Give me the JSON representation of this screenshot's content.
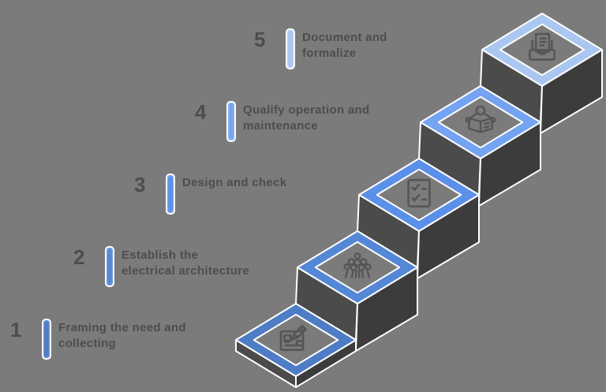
{
  "title": "Five-step electrical engineering process staircase",
  "colors": {
    "background": "#7b7b7b",
    "face_left": "#4b4b4b",
    "face_right": "#3c3c3c",
    "outline": "#ffffff",
    "icon": "#565656",
    "text": "#4d4d4d"
  },
  "steps": [
    {
      "number": "1",
      "label": "Framing the need and\ncollecting",
      "accent": "#4e7cc5",
      "icon": "document-pencil-icon"
    },
    {
      "number": "2",
      "label": "Establish the\nelectrical architecture",
      "accent": "#5487d6",
      "icon": "people-group-icon"
    },
    {
      "number": "3",
      "label": "Design and check",
      "accent": "#5b90e9",
      "icon": "checklist-icon"
    },
    {
      "number": "4",
      "label": "Qualify operation and\nmaintenance",
      "accent": "#74a3f1",
      "icon": "reading-person-icon"
    },
    {
      "number": "5",
      "label": "Document and\nformalize",
      "accent": "#a9c7f1",
      "icon": "printer-document-icon"
    }
  ]
}
